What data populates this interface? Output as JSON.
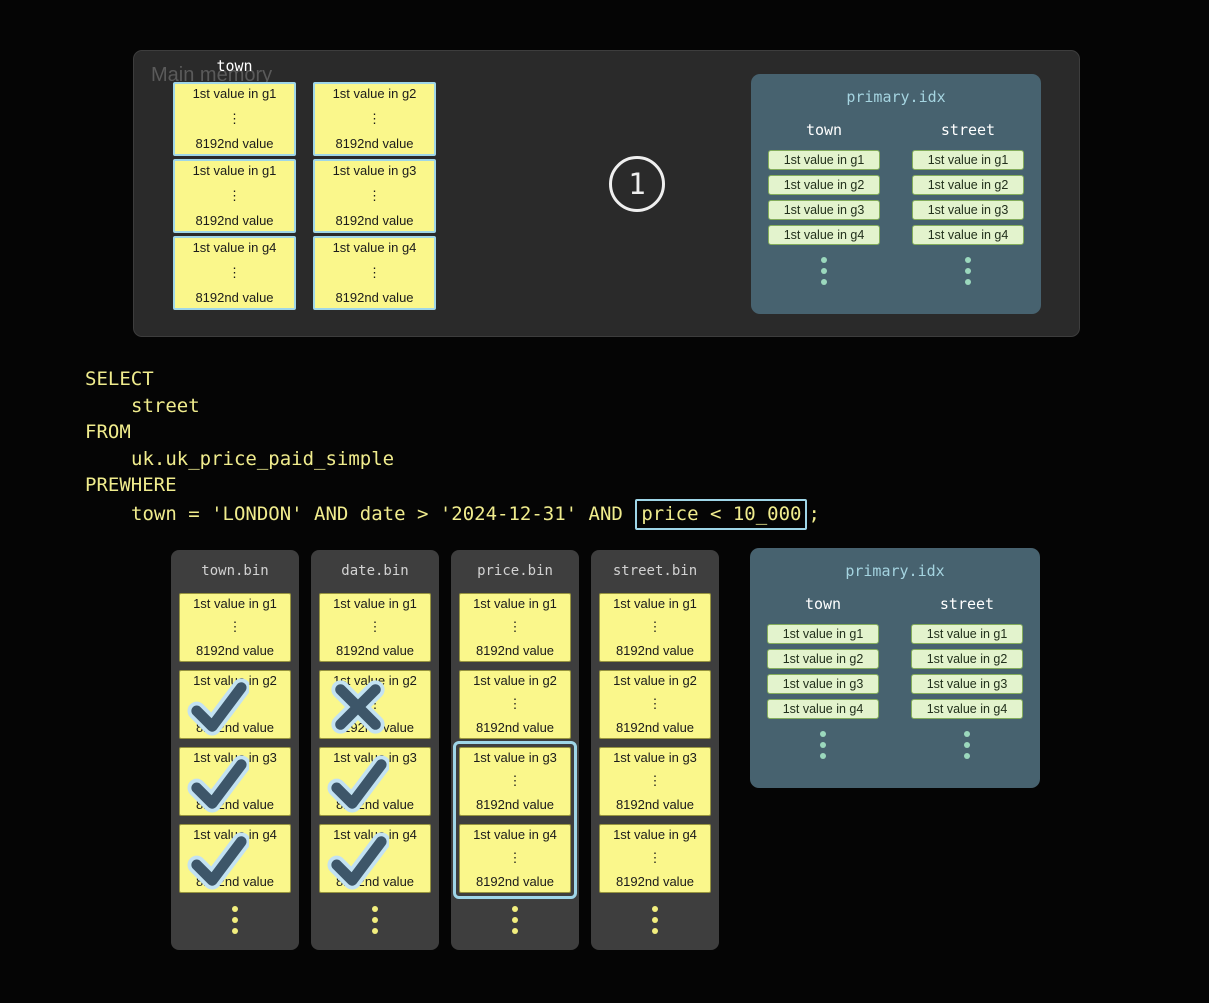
{
  "main_memory": {
    "label": "Main memory",
    "column_label": "town",
    "step_badge": "1",
    "stacks": [
      [
        "g1",
        "g1",
        "g4"
      ],
      [
        "g2",
        "g3",
        "g4"
      ]
    ]
  },
  "granule": {
    "top_prefix": "1st value in ",
    "ellipsis": "⋮",
    "bottom": "8192nd value"
  },
  "primary_idx": {
    "title": "primary.idx",
    "columns": [
      {
        "header": "town",
        "entries": [
          "1st value in g1",
          "1st value in g2",
          "1st value in g3",
          "1st value in g4"
        ]
      },
      {
        "header": "street",
        "entries": [
          "1st value in g1",
          "1st value in g2",
          "1st value in g3",
          "1st value in g4"
        ]
      }
    ]
  },
  "sql": {
    "lines": [
      {
        "text": "SELECT",
        "indent": 0
      },
      {
        "text": "street",
        "indent": 1
      },
      {
        "text": "FROM",
        "indent": 0
      },
      {
        "text": "uk.uk_price_paid_simple",
        "indent": 1
      },
      {
        "text": "PREWHERE",
        "indent": 0
      }
    ],
    "where_indent": 1,
    "where_prefix": "town = 'LONDON' AND date > '2024-12-31' AND ",
    "boxed_condition": "price < 10_000",
    "suffix": ";"
  },
  "bins": [
    {
      "title": "town.bin",
      "granules": [
        "g1",
        "g2",
        "g3",
        "g4"
      ],
      "marks": [
        null,
        "check",
        "check",
        "check"
      ],
      "selection": null
    },
    {
      "title": "date.bin",
      "granules": [
        "g1",
        "g2",
        "g3",
        "g4"
      ],
      "marks": [
        null,
        "cross",
        "check",
        "check"
      ],
      "selection": null
    },
    {
      "title": "price.bin",
      "granules": [
        "g1",
        "g2",
        "g3",
        "g4"
      ],
      "marks": [
        null,
        null,
        null,
        null
      ],
      "selection": [
        2,
        3
      ]
    },
    {
      "title": "street.bin",
      "granules": [
        "g1",
        "g2",
        "g3",
        "g4"
      ],
      "marks": [
        null,
        null,
        null,
        null
      ],
      "selection": null
    }
  ],
  "colors": {
    "background": "#050505",
    "memory_panel_gray": "#2a2a2a",
    "bin_panel_gray": "#3e3e3e",
    "granule_yellow": "#faf78b",
    "highlight_blue": "#9fd6e8",
    "index_panel_slate": "#47626f",
    "index_pill_green": "#e3f3cd",
    "sql_yellow": "#f0ec8d",
    "mark_dark_slate": "#3d5669",
    "mark_halo_blue": "#c3e2f2"
  }
}
